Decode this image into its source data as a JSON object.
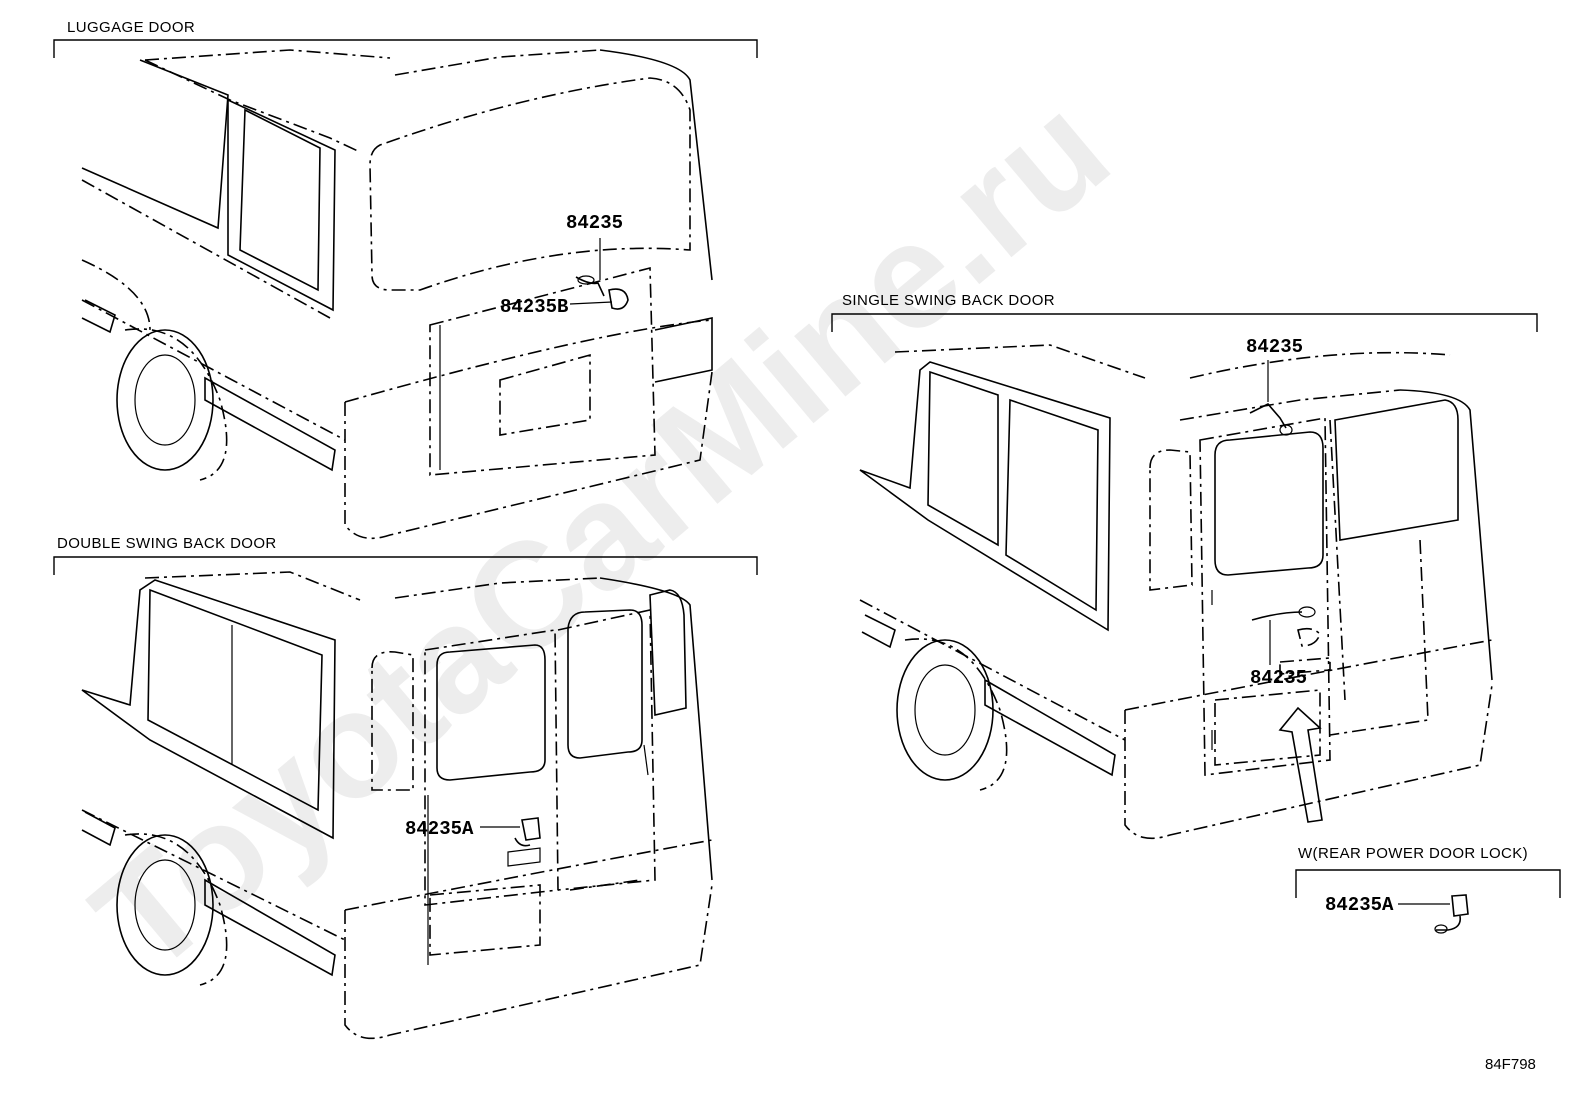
{
  "sections": {
    "luggage": {
      "title": "LUGGAGE DOOR",
      "labels": [
        "84235",
        "84235B"
      ]
    },
    "double_swing": {
      "title": "DOUBLE SWING BACK DOOR",
      "labels": [
        "84235A"
      ]
    },
    "single_swing": {
      "title": "SINGLE SWING BACK DOOR",
      "labels": [
        "84235",
        "84235"
      ]
    },
    "rear_power_lock": {
      "title": "W(REAR POWER DOOR LOCK)",
      "labels": [
        "84235A"
      ]
    }
  },
  "watermark": "ToyotaCarMine.ru",
  "figure_code": "84F798"
}
